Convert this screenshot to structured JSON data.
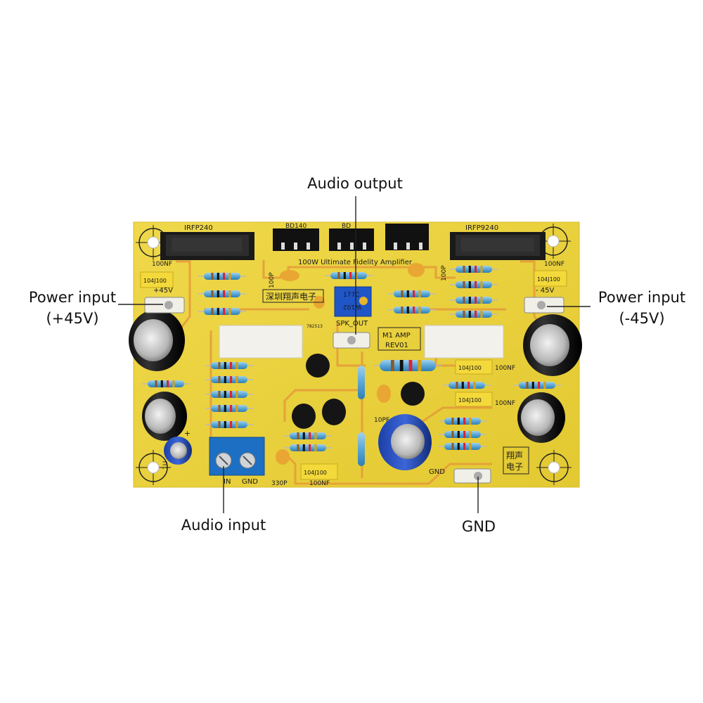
{
  "callouts": {
    "audio_output": "Audio output",
    "power_pos": [
      "Power input",
      "(+45V)"
    ],
    "power_neg": [
      "Power input",
      "(-45V)"
    ],
    "audio_input": "Audio input",
    "gnd": "GND"
  },
  "silkscreen": {
    "irfp240": "IRFP240",
    "irfp9240": "IRFP9240",
    "bd139": "BD140",
    "bd_mid": "BD",
    "title": "100W Ultimate Fidelity Amplifier",
    "nf100_left": "100NF",
    "nf100_right": "100NF",
    "v45_pos": "+45V",
    "v45_neg": "- 45V",
    "cap_left": "104J100",
    "cap_right": "104J100",
    "cn_text": "深圳翔声电子",
    "spk_out": "SPK_OUT",
    "m1_amp": "M1 AMP",
    "rev01": "REV01",
    "p100_left": "100P",
    "p100_right": "100P",
    "p10": "10PF",
    "p330": "330P",
    "nf100_bottom": "100NF",
    "cap_bottom": "104J100",
    "cap_mid1": "104J100",
    "cap_mid2": "104J100",
    "nf100_mid1": "100NF",
    "nf100_mid2": "100NF",
    "in": "IN",
    "gnd_in": "GND",
    "gnd_out": "GND",
    "cn_small_1": "翔声",
    "cn_small_2": "电子",
    "one_u": "1U",
    "plus": "+",
    "pot": "W102",
    "pot_top": "177C",
    "res_code": "782513"
  },
  "colors": {
    "board": "#e9d13a",
    "trace": "#e8a040",
    "text": "#111111"
  }
}
